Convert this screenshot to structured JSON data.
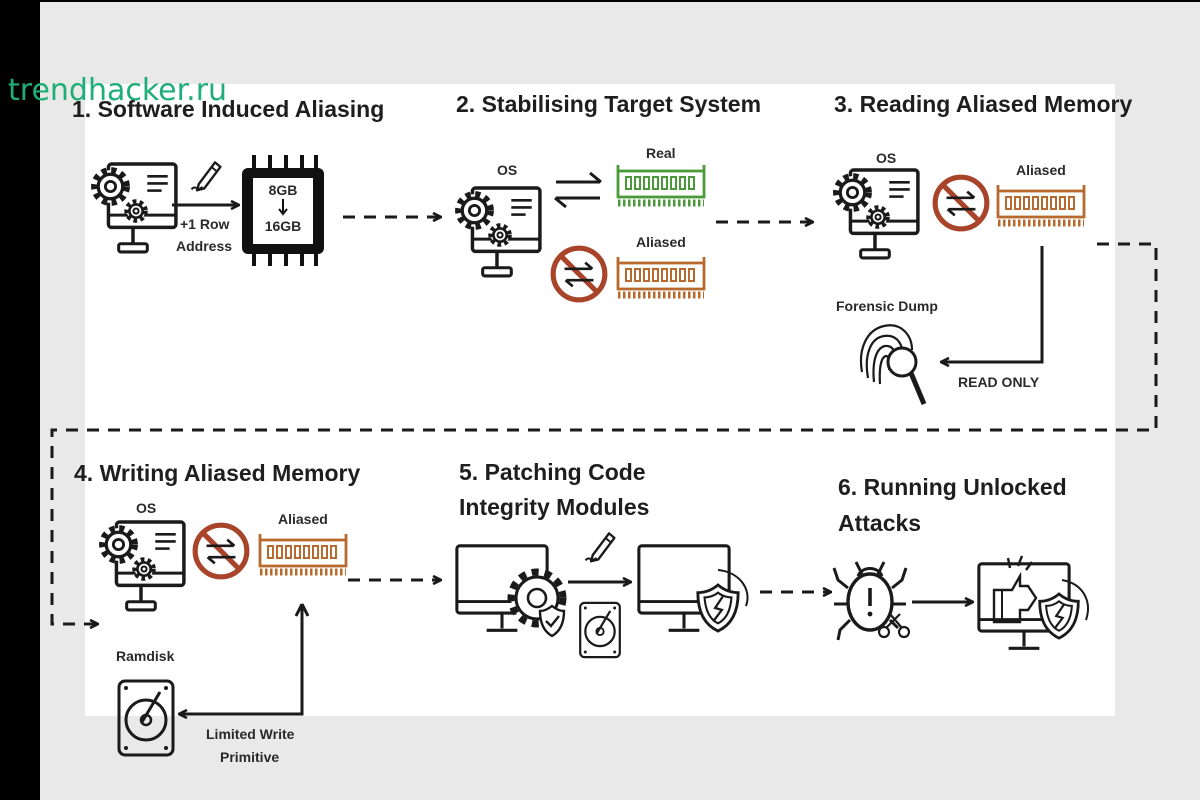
{
  "watermark": "trendhacker.ru",
  "steps": {
    "s1": {
      "title": "1. Software Induced Aliasing",
      "label_a": "+1 Row",
      "label_b": "Address",
      "chip_top": "8GB",
      "chip_bottom": "16GB"
    },
    "s2": {
      "title": "2. Stabilising Target System",
      "os": "OS",
      "real": "Real",
      "aliased": "Aliased"
    },
    "s3": {
      "title": "3. Reading Aliased Memory",
      "os": "OS",
      "aliased": "Aliased",
      "forensic": "Forensic Dump",
      "read_only": "READ ONLY"
    },
    "s4": {
      "title": "4. Writing Aliased Memory",
      "os": "OS",
      "aliased": "Aliased",
      "ramdisk": "Ramdisk",
      "limited_a": "Limited Write",
      "limited_b": "Primitive"
    },
    "s5": {
      "title_a": "5. Patching Code",
      "title_b": "Integrity Modules"
    },
    "s6": {
      "title_a": "6. Running Unlocked",
      "title_b": "Attacks"
    }
  },
  "colors": {
    "real_ram": "#4a9a3a",
    "aliased_ram": "#b8692e",
    "forbidden": "#a8442a",
    "watermark": "#1fae7a"
  }
}
